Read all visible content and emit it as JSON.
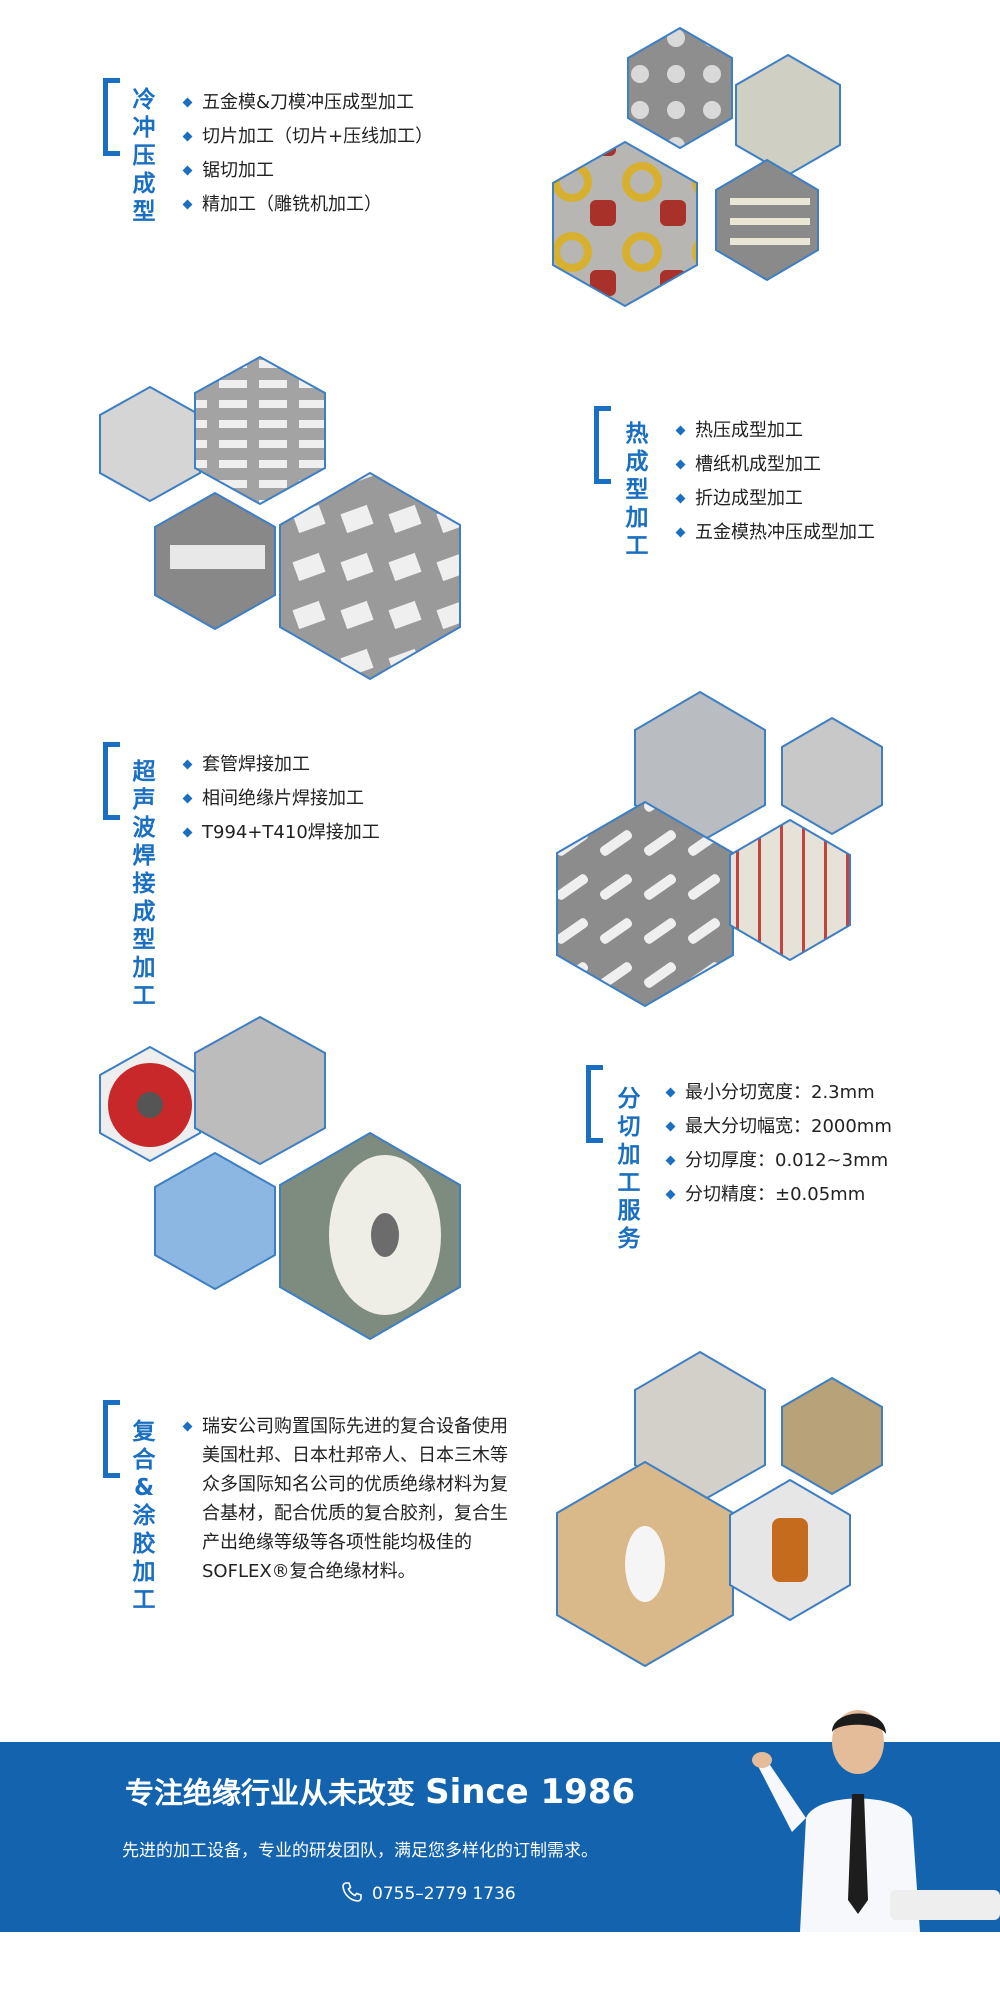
{
  "sections": [
    {
      "title": "冷冲压成型",
      "items": [
        "五金模&刀模冲压成型加工",
        "切片加工（切片+压线加工）",
        "锯切加工",
        "精加工（雕铣机加工）"
      ]
    },
    {
      "title": "热成型加工",
      "items": [
        "热压成型加工",
        "槽纸机成型加工",
        "折边成型加工",
        "五金模热冲压成型加工"
      ]
    },
    {
      "title": "超声波焊接成型加工",
      "items": [
        "套管焊接加工",
        "相间绝缘片焊接加工",
        "T994+T410焊接加工"
      ]
    },
    {
      "title": "分切加工服务",
      "items": [
        "最小分切宽度：2.3mm",
        "最大分切幅宽：2000mm",
        "分切厚度：0.012~3mm",
        "分切精度：±0.05mm"
      ]
    },
    {
      "title": "复合&涂胶加工",
      "paragraph": "瑞安公司购置国际先进的复合设备使用美国杜邦、日本杜邦帝人、日本三木等众多国际知名公司的优质绝缘材料为复合基材，配合优质的复合胶剂，复合生产出绝缘等级等各项性能均极佳的SOFLEX®复合绝缘材料。"
    }
  ],
  "banner": {
    "title": "专注绝缘行业从未改变",
    "since": "Since 1986",
    "subtitle": "先进的加工设备，专业的研发团队，满足您多样化的订制需求。",
    "phone": "0755–2779 1736",
    "phone_icon": "phone-icon"
  },
  "colors": {
    "accent": "#1a6fc0",
    "banner": "#1463ae"
  }
}
